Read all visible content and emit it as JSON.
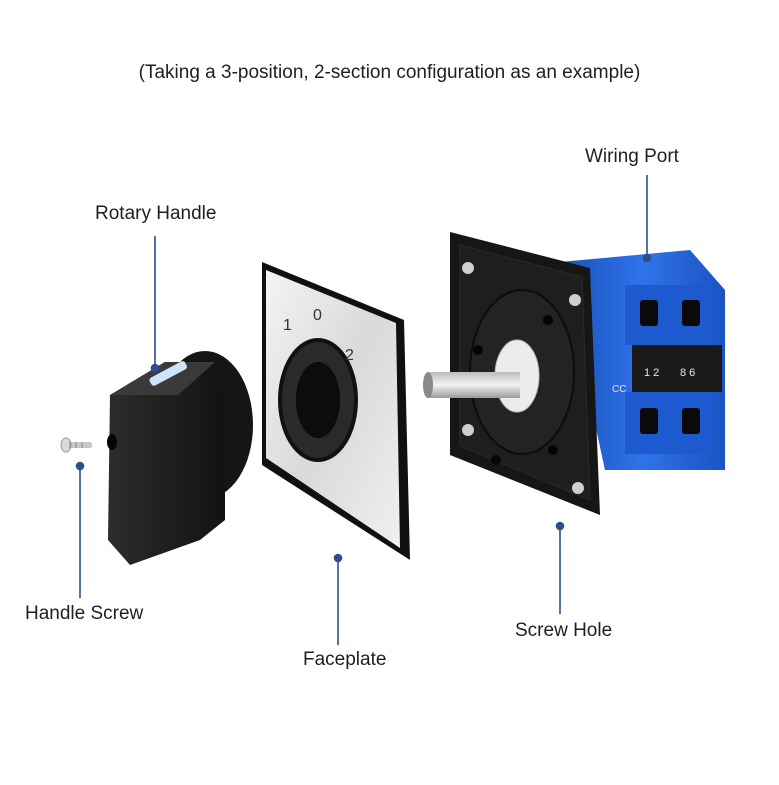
{
  "caption": "(Taking a 3-position, 2-section configuration as an example)",
  "labels": {
    "wiring_port": "Wiring Port",
    "rotary_handle": "Rotary Handle",
    "handle_screw": "Handle Screw",
    "faceplate": "Faceplate",
    "screw_hole": "Screw Hole"
  },
  "faceplate_marks": [
    "1",
    "0",
    "2"
  ],
  "terminal_marks": {
    "cert": "CC",
    "left_pair": "1 2",
    "right_pair": "8 6"
  },
  "colors": {
    "leader_line": "#2b4f8c",
    "leader_dot": "#2b4f8c",
    "body_blue": "#1f5fd6",
    "handle_black": "#1c1c1c",
    "plate_silver": "#e4e4e4"
  }
}
